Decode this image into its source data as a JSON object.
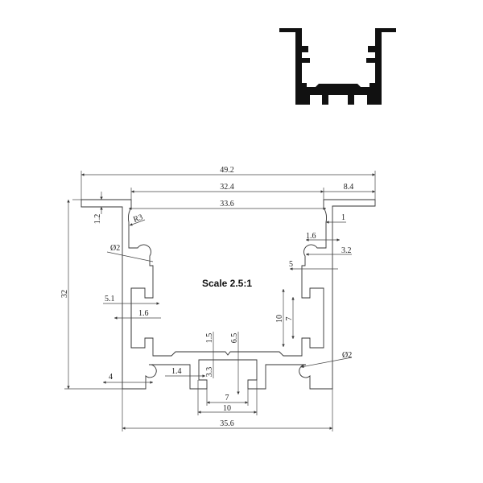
{
  "drawing": {
    "scale_label": "Scale 2.5:1",
    "dimensions": {
      "overall_width": "49.2",
      "opening_width": "32.4",
      "flange_width": "8.4",
      "inner_top_width": "33.6",
      "flange_thickness": "1.2",
      "radius": "R3",
      "wall_step": "1",
      "wall_thickness_right": "1.6",
      "notch_offset": "3.2",
      "notch_depth": "5",
      "hole_left": "Ø2",
      "height": "32",
      "slot_left_depth": "5.1",
      "wall_thickness_left": "1.6",
      "slot_height_outer": "10",
      "slot_height_inner": "7",
      "base_step": "1.5",
      "channel_depth": "6.5",
      "hole_right": "Ø2",
      "foot_width": "4",
      "channel_wall": "1.4",
      "channel_height": "3.3",
      "channel_inner_width": "7",
      "channel_outer_width": "10",
      "base_width": "35.6"
    }
  }
}
